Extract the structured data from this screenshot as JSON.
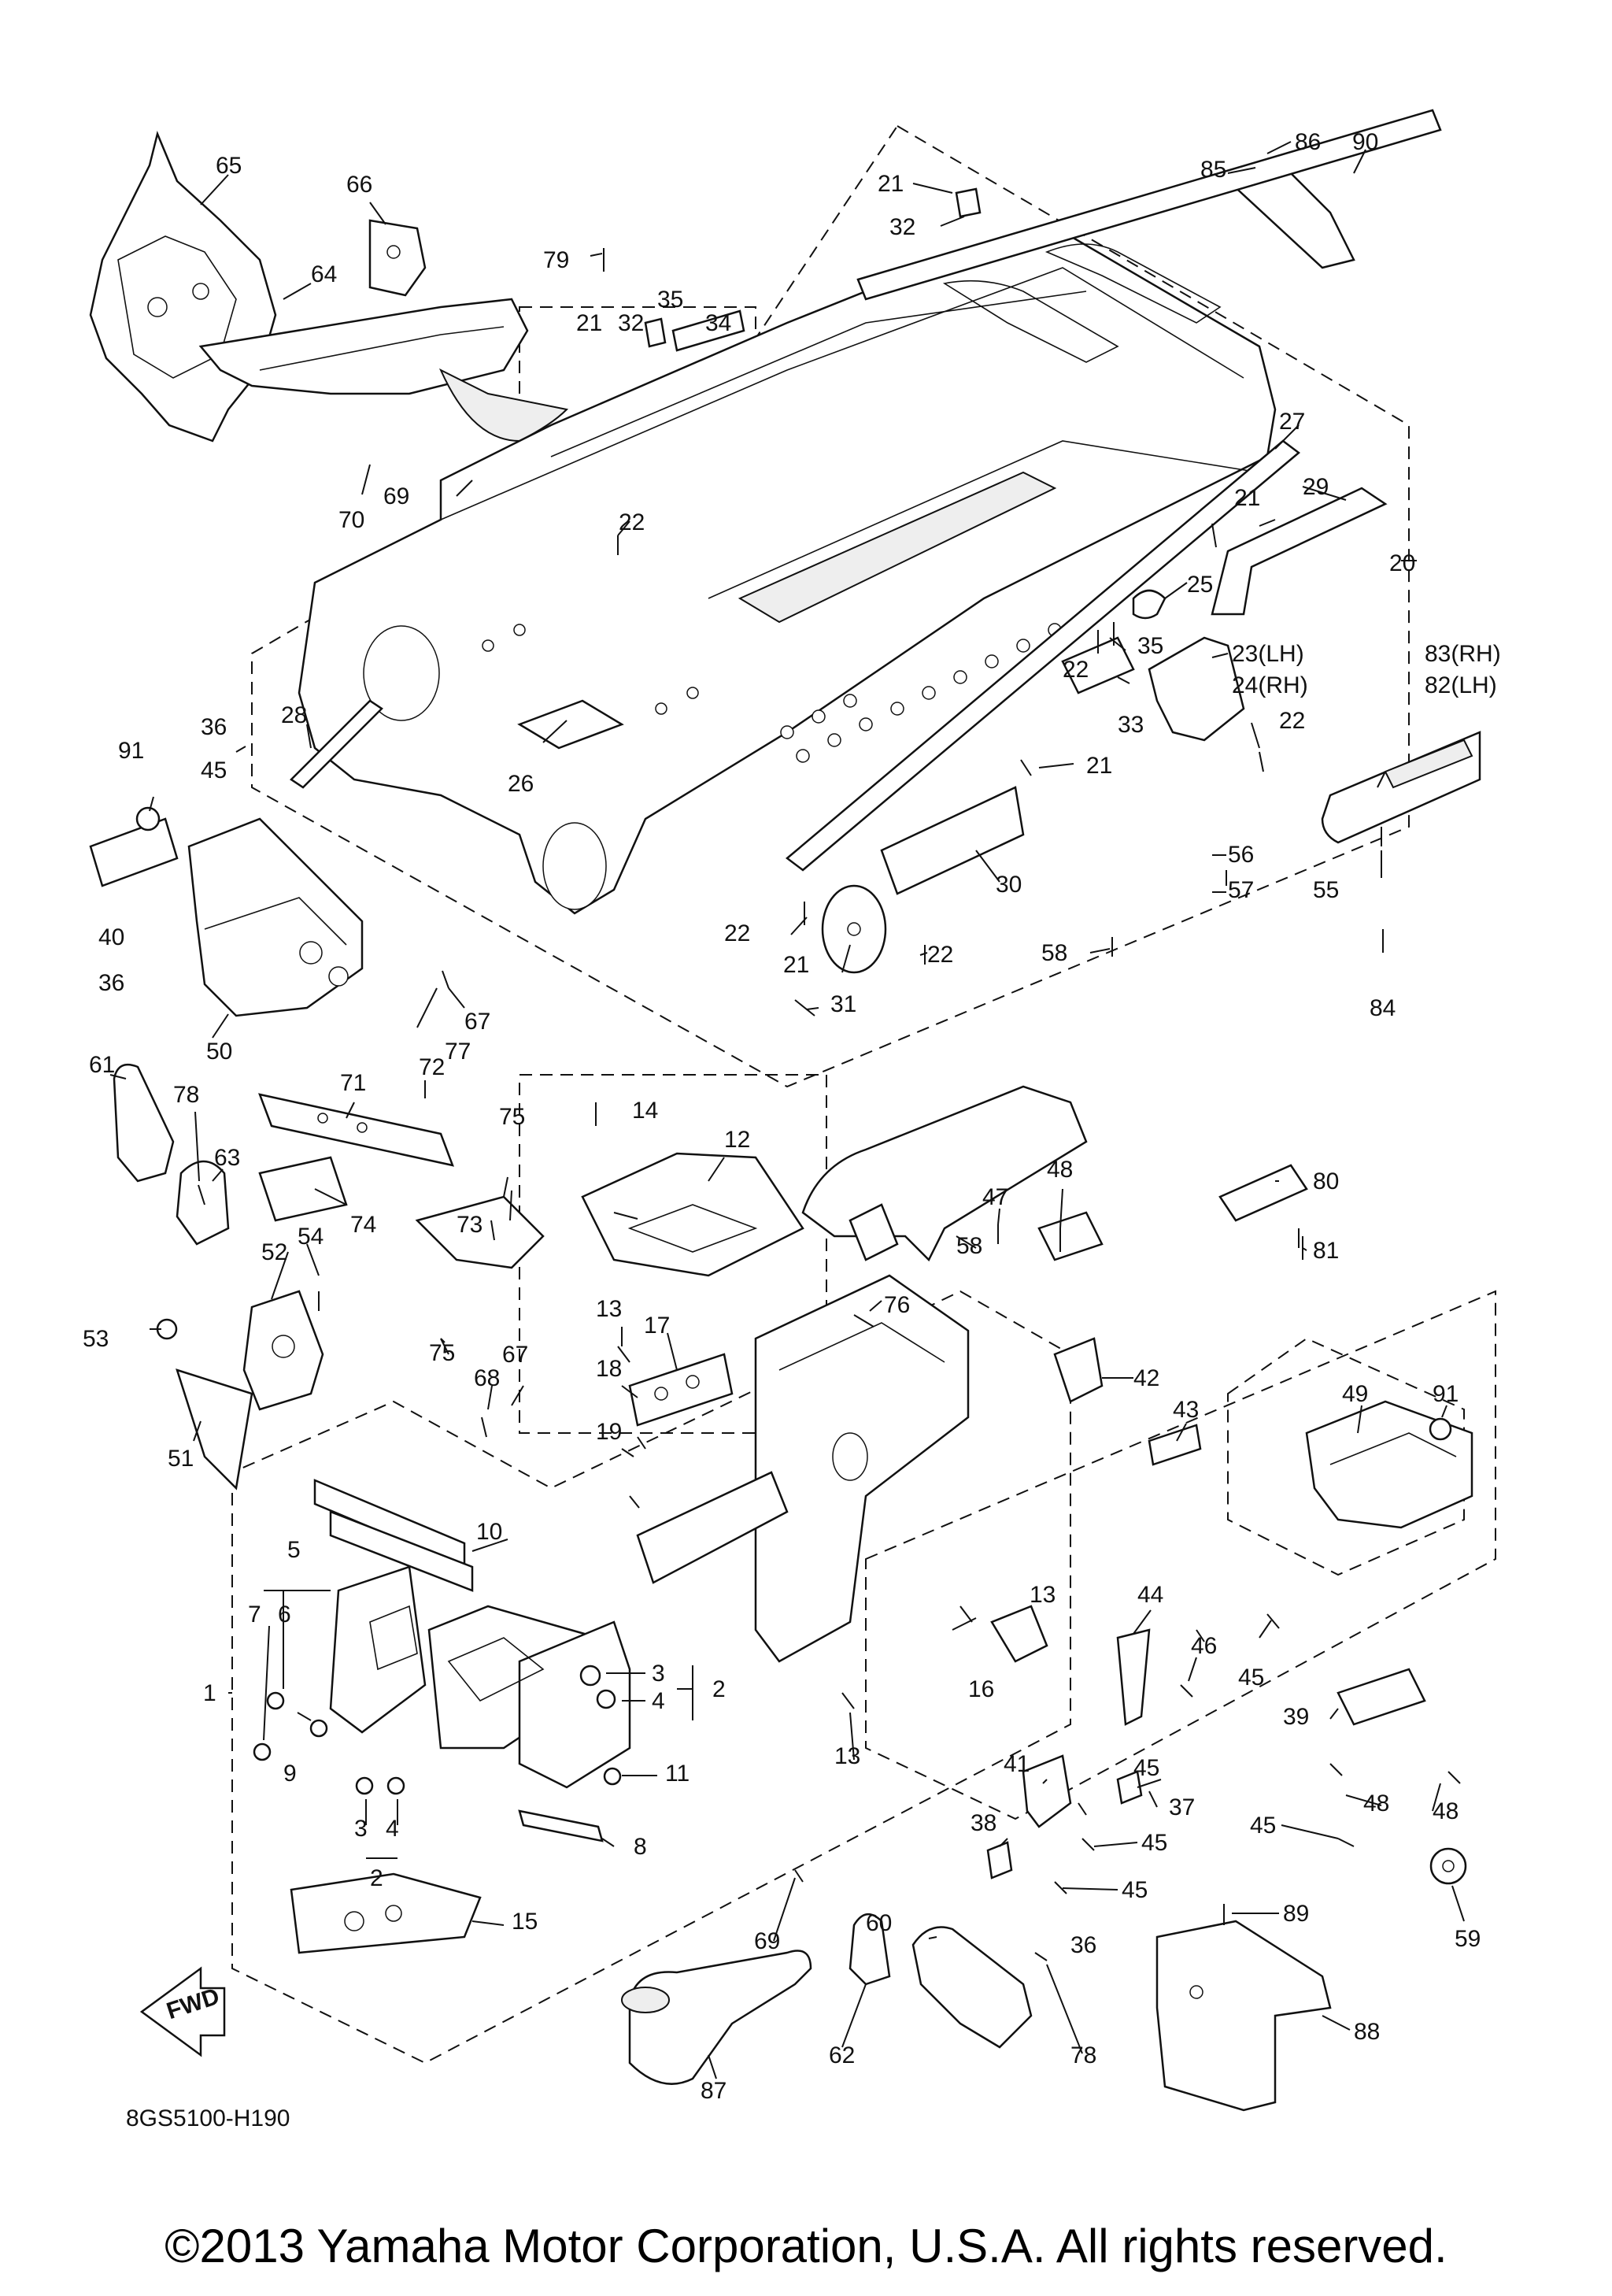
{
  "diagram_code": "8GS5100-H190",
  "fwd_label": "FWD",
  "copyright": "©2013 Yamaha Motor Corporation, U.S.A. All rights reserved.",
  "callouts": [
    {
      "id": "1",
      "t": "1"
    },
    {
      "id": "2a",
      "t": "2"
    },
    {
      "id": "2b",
      "t": "2"
    },
    {
      "id": "3a",
      "t": "3"
    },
    {
      "id": "3b",
      "t": "3"
    },
    {
      "id": "4a",
      "t": "4"
    },
    {
      "id": "4b",
      "t": "4"
    },
    {
      "id": "5",
      "t": "5"
    },
    {
      "id": "6",
      "t": "6"
    },
    {
      "id": "7",
      "t": "7"
    },
    {
      "id": "8",
      "t": "8"
    },
    {
      "id": "9",
      "t": "9"
    },
    {
      "id": "10",
      "t": "10"
    },
    {
      "id": "11",
      "t": "11"
    },
    {
      "id": "12",
      "t": "12"
    },
    {
      "id": "13a",
      "t": "13"
    },
    {
      "id": "13b",
      "t": "13"
    },
    {
      "id": "13c",
      "t": "13"
    },
    {
      "id": "14",
      "t": "14"
    },
    {
      "id": "15",
      "t": "15"
    },
    {
      "id": "16",
      "t": "16"
    },
    {
      "id": "17",
      "t": "17"
    },
    {
      "id": "18",
      "t": "18"
    },
    {
      "id": "19",
      "t": "19"
    },
    {
      "id": "20",
      "t": "20"
    },
    {
      "id": "21a",
      "t": "21"
    },
    {
      "id": "21b",
      "t": "21"
    },
    {
      "id": "21c",
      "t": "21"
    },
    {
      "id": "21d",
      "t": "21"
    },
    {
      "id": "21e",
      "t": "21"
    },
    {
      "id": "22a",
      "t": "22"
    },
    {
      "id": "22b",
      "t": "22"
    },
    {
      "id": "22c",
      "t": "22"
    },
    {
      "id": "22d",
      "t": "22"
    },
    {
      "id": "22e",
      "t": "22"
    },
    {
      "id": "23",
      "t": "23(LH)"
    },
    {
      "id": "24",
      "t": "24(RH)"
    },
    {
      "id": "25",
      "t": "25"
    },
    {
      "id": "26",
      "t": "26"
    },
    {
      "id": "27",
      "t": "27"
    },
    {
      "id": "28",
      "t": "28"
    },
    {
      "id": "29",
      "t": "29"
    },
    {
      "id": "30",
      "t": "30"
    },
    {
      "id": "31",
      "t": "31"
    },
    {
      "id": "32a",
      "t": "32"
    },
    {
      "id": "32b",
      "t": "32"
    },
    {
      "id": "33",
      "t": "33"
    },
    {
      "id": "34",
      "t": "34"
    },
    {
      "id": "35a",
      "t": "35"
    },
    {
      "id": "35b",
      "t": "35"
    },
    {
      "id": "36a",
      "t": "36"
    },
    {
      "id": "36b",
      "t": "36"
    },
    {
      "id": "36c",
      "t": "36"
    },
    {
      "id": "37",
      "t": "37"
    },
    {
      "id": "38",
      "t": "38"
    },
    {
      "id": "39",
      "t": "39"
    },
    {
      "id": "40",
      "t": "40"
    },
    {
      "id": "41",
      "t": "41"
    },
    {
      "id": "42",
      "t": "42"
    },
    {
      "id": "43",
      "t": "43"
    },
    {
      "id": "44",
      "t": "44"
    },
    {
      "id": "45a",
      "t": "45"
    },
    {
      "id": "45b",
      "t": "45"
    },
    {
      "id": "45c",
      "t": "45"
    },
    {
      "id": "45d",
      "t": "45"
    },
    {
      "id": "45e",
      "t": "45"
    },
    {
      "id": "45f",
      "t": "45"
    },
    {
      "id": "46",
      "t": "46"
    },
    {
      "id": "47",
      "t": "47"
    },
    {
      "id": "48a",
      "t": "48"
    },
    {
      "id": "48b",
      "t": "48"
    },
    {
      "id": "48c",
      "t": "48"
    },
    {
      "id": "49",
      "t": "49"
    },
    {
      "id": "50",
      "t": "50"
    },
    {
      "id": "51",
      "t": "51"
    },
    {
      "id": "52",
      "t": "52"
    },
    {
      "id": "53",
      "t": "53"
    },
    {
      "id": "54",
      "t": "54"
    },
    {
      "id": "55",
      "t": "55"
    },
    {
      "id": "56",
      "t": "56"
    },
    {
      "id": "57",
      "t": "57"
    },
    {
      "id": "58a",
      "t": "58"
    },
    {
      "id": "58b",
      "t": "58"
    },
    {
      "id": "59",
      "t": "59"
    },
    {
      "id": "60",
      "t": "60"
    },
    {
      "id": "61",
      "t": "61"
    },
    {
      "id": "62",
      "t": "62"
    },
    {
      "id": "63",
      "t": "63"
    },
    {
      "id": "64",
      "t": "64"
    },
    {
      "id": "65",
      "t": "65"
    },
    {
      "id": "66",
      "t": "66"
    },
    {
      "id": "67a",
      "t": "67"
    },
    {
      "id": "67b",
      "t": "67"
    },
    {
      "id": "68",
      "t": "68"
    },
    {
      "id": "69a",
      "t": "69"
    },
    {
      "id": "69b",
      "t": "69"
    },
    {
      "id": "70",
      "t": "70"
    },
    {
      "id": "71",
      "t": "71"
    },
    {
      "id": "72",
      "t": "72"
    },
    {
      "id": "73",
      "t": "73"
    },
    {
      "id": "74",
      "t": "74"
    },
    {
      "id": "75a",
      "t": "75"
    },
    {
      "id": "75b",
      "t": "75"
    },
    {
      "id": "76",
      "t": "76"
    },
    {
      "id": "77",
      "t": "77"
    },
    {
      "id": "78a",
      "t": "78"
    },
    {
      "id": "78b",
      "t": "78"
    },
    {
      "id": "79",
      "t": "79"
    },
    {
      "id": "80",
      "t": "80"
    },
    {
      "id": "81",
      "t": "81"
    },
    {
      "id": "82",
      "t": "82(LH)"
    },
    {
      "id": "83",
      "t": "83(RH)"
    },
    {
      "id": "84",
      "t": "84"
    },
    {
      "id": "85",
      "t": "85"
    },
    {
      "id": "86",
      "t": "86"
    },
    {
      "id": "87",
      "t": "87"
    },
    {
      "id": "88",
      "t": "88"
    },
    {
      "id": "89",
      "t": "89"
    },
    {
      "id": "90",
      "t": "90"
    },
    {
      "id": "91a",
      "t": "91"
    },
    {
      "id": "91b",
      "t": "91"
    }
  ]
}
